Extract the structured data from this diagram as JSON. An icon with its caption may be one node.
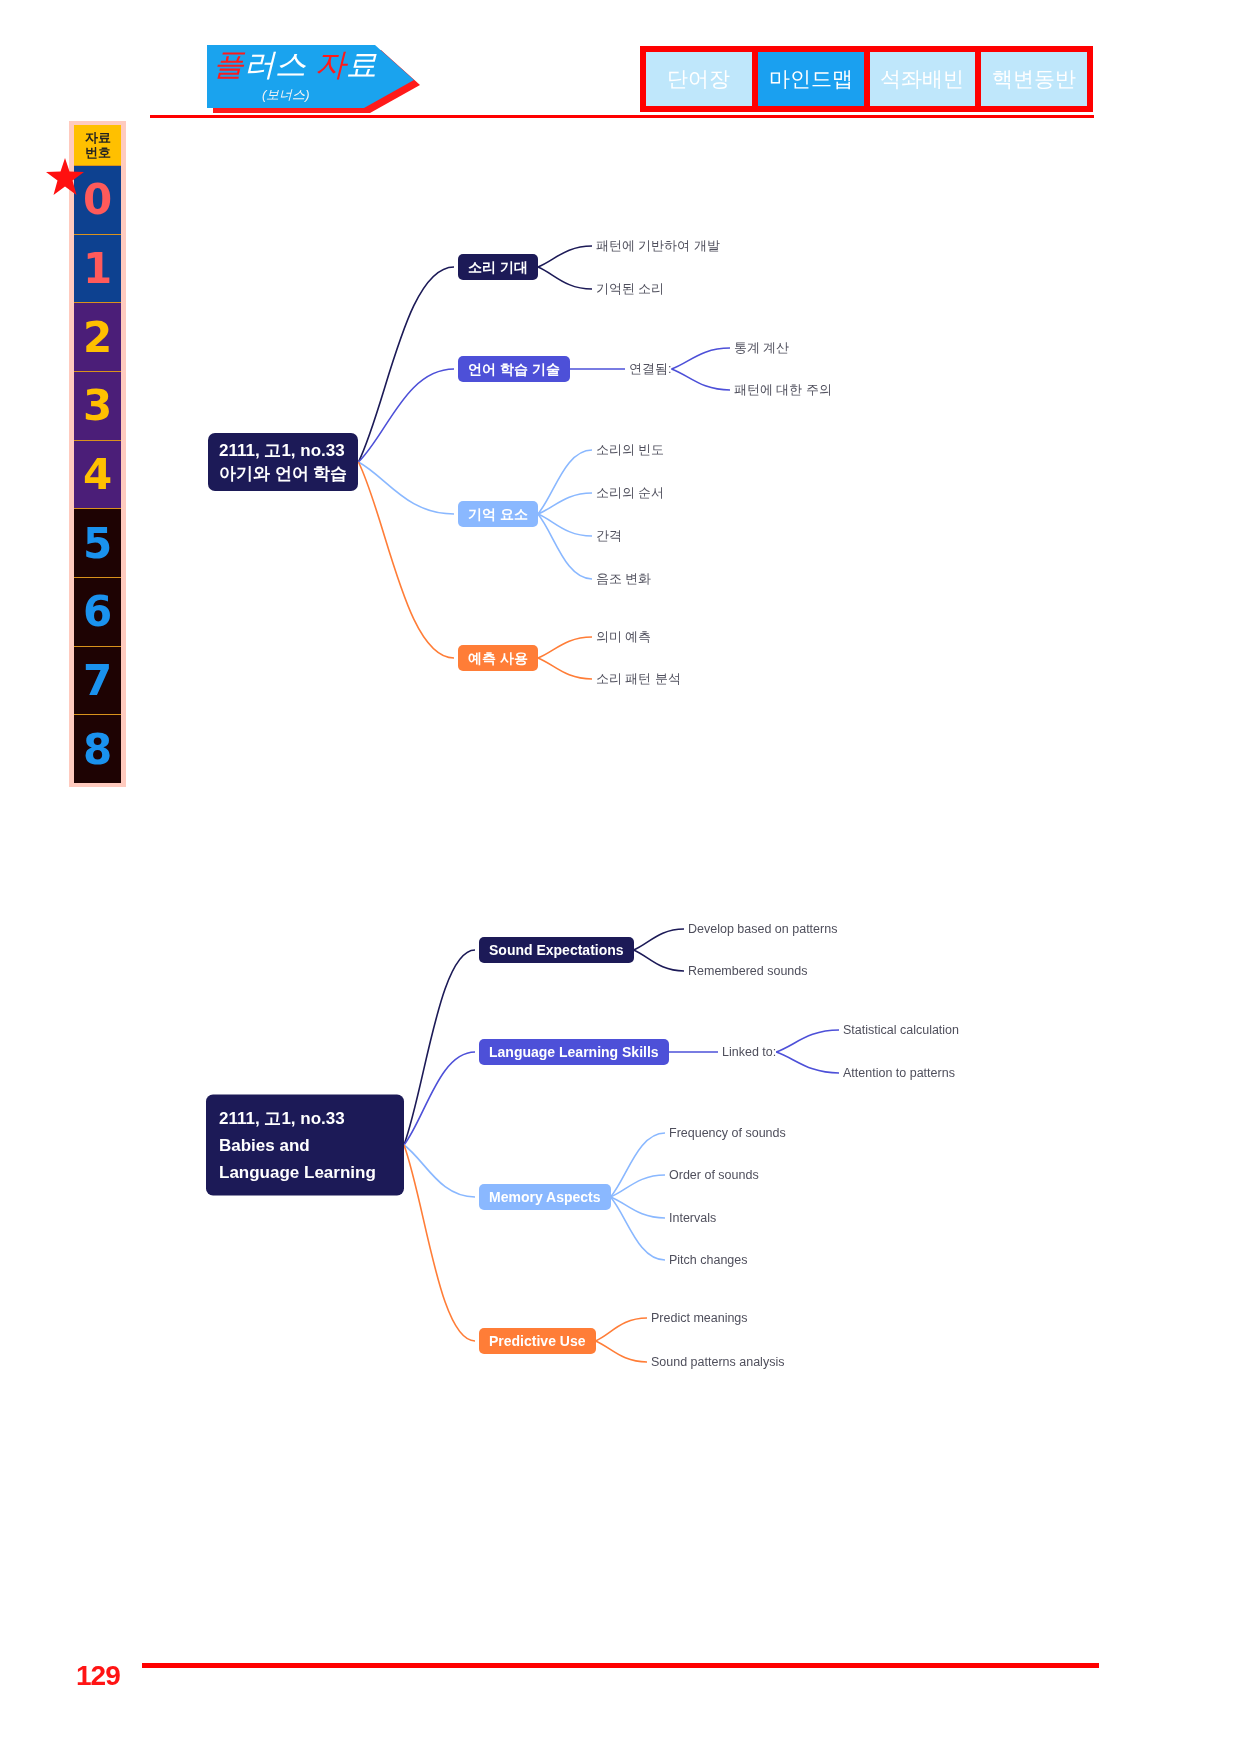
{
  "diagram": {
    "nodes": [
      {
        "text": [
          "2111, 고1, no.33",
          "아기와 언어 학습"
        ]
      },
      {
        "text": [
          "소리 기대"
        ]
      },
      {
        "text": [
          "패턴에 기반하여 개발"
        ]
      },
      {
        "text": [
          "기억된 소리"
        ]
      },
      {
        "text": [
          "언어 학습 기술"
        ]
      },
      {
        "text": [
          "연결됨:"
        ]
      },
      {
        "text": [
          "통계 계산"
        ]
      },
      {
        "text": [
          "패턴에 대한 주의"
        ]
      },
      {
        "text": [
          "기억 요소"
        ]
      },
      {
        "text": [
          "소리의 빈도"
        ]
      },
      {
        "text": [
          "소리의 순서"
        ]
      },
      {
        "text": [
          "간격"
        ]
      },
      {
        "text": [
          "음조 변화"
        ]
      },
      {
        "text": [
          "예측 사용"
        ]
      },
      {
        "text": [
          "의미 예측"
        ]
      },
      {
        "text": [
          "소리 패턴 분석"
        ]
      },
      {
        "text": [
          "2111, 고1, no.33",
          "Babies and Language Learning"
        ]
      },
      {
        "text": [
          "Sound Expectations"
        ]
      },
      {
        "text": [
          "Develop based on patterns"
        ]
      },
      {
        "text": [
          "Remembered sounds"
        ]
      },
      {
        "text": [
          "Language Learning Skills"
        ]
      },
      {
        "text": [
          "Linked to:"
        ]
      },
      {
        "text": [
          "Statistical calculation"
        ]
      },
      {
        "text": [
          "Attention to patterns"
        ]
      },
      {
        "text": [
          "Memory Aspects"
        ]
      },
      {
        "text": [
          "Frequency of sounds"
        ]
      },
      {
        "text": [
          "Order of sounds"
        ]
      },
      {
        "text": [
          "Intervals"
        ]
      },
      {
        "text": [
          "Pitch changes"
        ]
      },
      {
        "text": [
          "Predictive Use"
        ]
      },
      {
        "text": [
          "Predict meanings"
        ]
      },
      {
        "text": [
          "Sound patterns analysis"
        ]
      }
    ],
    "edges": [
      {
        "from": 0,
        "to": 1,
        "arrow": "none",
        "color": "#1c1a57"
      },
      {
        "from": 1,
        "to": 2,
        "arrow": "none",
        "color": "#1c1a57"
      },
      {
        "from": 1,
        "to": 3,
        "arrow": "none",
        "color": "#1c1a57"
      },
      {
        "from": 0,
        "to": 4,
        "arrow": "none",
        "color": "#4d50d8"
      },
      {
        "from": 4,
        "to": 5,
        "arrow": "none",
        "color": "#4d50d8"
      },
      {
        "from": 5,
        "to": 6,
        "arrow": "none",
        "color": "#4d50d8"
      },
      {
        "from": 5,
        "to": 7,
        "arrow": "none",
        "color": "#4d50d8"
      },
      {
        "from": 0,
        "to": 8,
        "arrow": "none",
        "color": "#8ab8ff"
      },
      {
        "from": 8,
        "to": 9,
        "arrow": "none",
        "color": "#8ab8ff"
      },
      {
        "from": 8,
        "to": 10,
        "arrow": "none",
        "color": "#8ab8ff"
      },
      {
        "from": 8,
        "to": 11,
        "arrow": "none",
        "color": "#8ab8ff"
      },
      {
        "from": 8,
        "to": 12,
        "arrow": "none",
        "color": "#8ab8ff"
      },
      {
        "from": 0,
        "to": 13,
        "arrow": "none",
        "color": "#ff7d37"
      },
      {
        "from": 13,
        "to": 14,
        "arrow": "none",
        "color": "#ff7d37"
      },
      {
        "from": 13,
        "to": 15,
        "arrow": "none",
        "color": "#ff7d37"
      },
      {
        "from": 16,
        "to": 17,
        "arrow": "none",
        "color": "#1c1a57"
      },
      {
        "from": 17,
        "to": 18,
        "arrow": "none",
        "color": "#1c1a57"
      },
      {
        "from": 17,
        "to": 19,
        "arrow": "none",
        "color": "#1c1a57"
      },
      {
        "from": 16,
        "to": 20,
        "arrow": "none",
        "color": "#4d50d8"
      },
      {
        "from": 20,
        "to": 21,
        "arrow": "none",
        "color": "#4d50d8"
      },
      {
        "from": 21,
        "to": 22,
        "arrow": "none",
        "color": "#4d50d8"
      },
      {
        "from": 21,
        "to": 23,
        "arrow": "none",
        "color": "#4d50d8"
      },
      {
        "from": 16,
        "to": 24,
        "arrow": "none",
        "color": "#8ab8ff"
      },
      {
        "from": 24,
        "to": 25,
        "arrow": "none",
        "color": "#8ab8ff"
      },
      {
        "from": 24,
        "to": 26,
        "arrow": "none",
        "color": "#8ab8ff"
      },
      {
        "from": 24,
        "to": 27,
        "arrow": "none",
        "color": "#8ab8ff"
      },
      {
        "from": 24,
        "to": 28,
        "arrow": "none",
        "color": "#8ab8ff"
      },
      {
        "from": 16,
        "to": 29,
        "arrow": "none",
        "color": "#ff7d37"
      },
      {
        "from": 29,
        "to": 30,
        "arrow": "none",
        "color": "#ff7d37"
      },
      {
        "from": 29,
        "to": 31,
        "arrow": "none",
        "color": "#ff7d37"
      }
    ],
    "labels": [
      "플러스 자료",
      "(보너스)",
      "단어장",
      "마인드맵",
      "석좌배빈",
      "핵변동반",
      "자료 번호",
      "0",
      "1",
      "2",
      "3",
      "4",
      "5",
      "6",
      "7",
      "8",
      "129"
    ]
  }
}
